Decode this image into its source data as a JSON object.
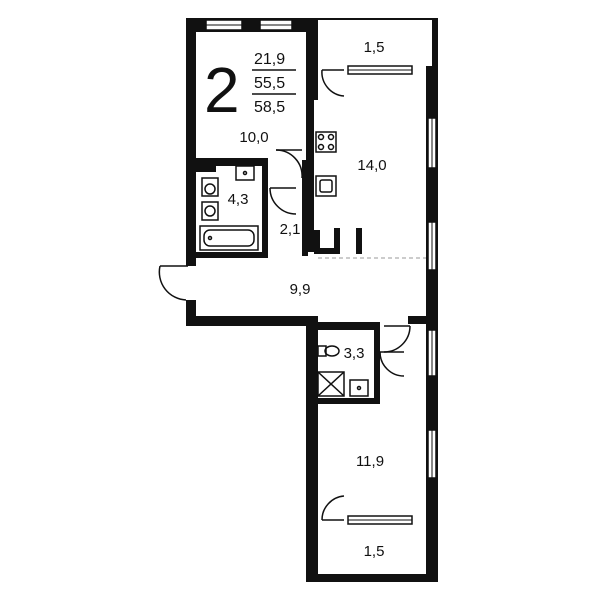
{
  "apartment": {
    "rooms_count": "2",
    "living_area": "21,9",
    "total_area": "55,5",
    "area_with_balconies": "58,5"
  },
  "rooms": {
    "balcony_top": "1,5",
    "bedroom_small": "10,0",
    "kitchen_living": "14,0",
    "bathroom": "4,3",
    "closet": "2,1",
    "hallway": "9,9",
    "toilet": "3,3",
    "bedroom_large": "11,9",
    "balcony_bottom": "1,5"
  },
  "colors": {
    "wall": "#111111",
    "background": "#ffffff",
    "window_fill": "#ffffff"
  }
}
